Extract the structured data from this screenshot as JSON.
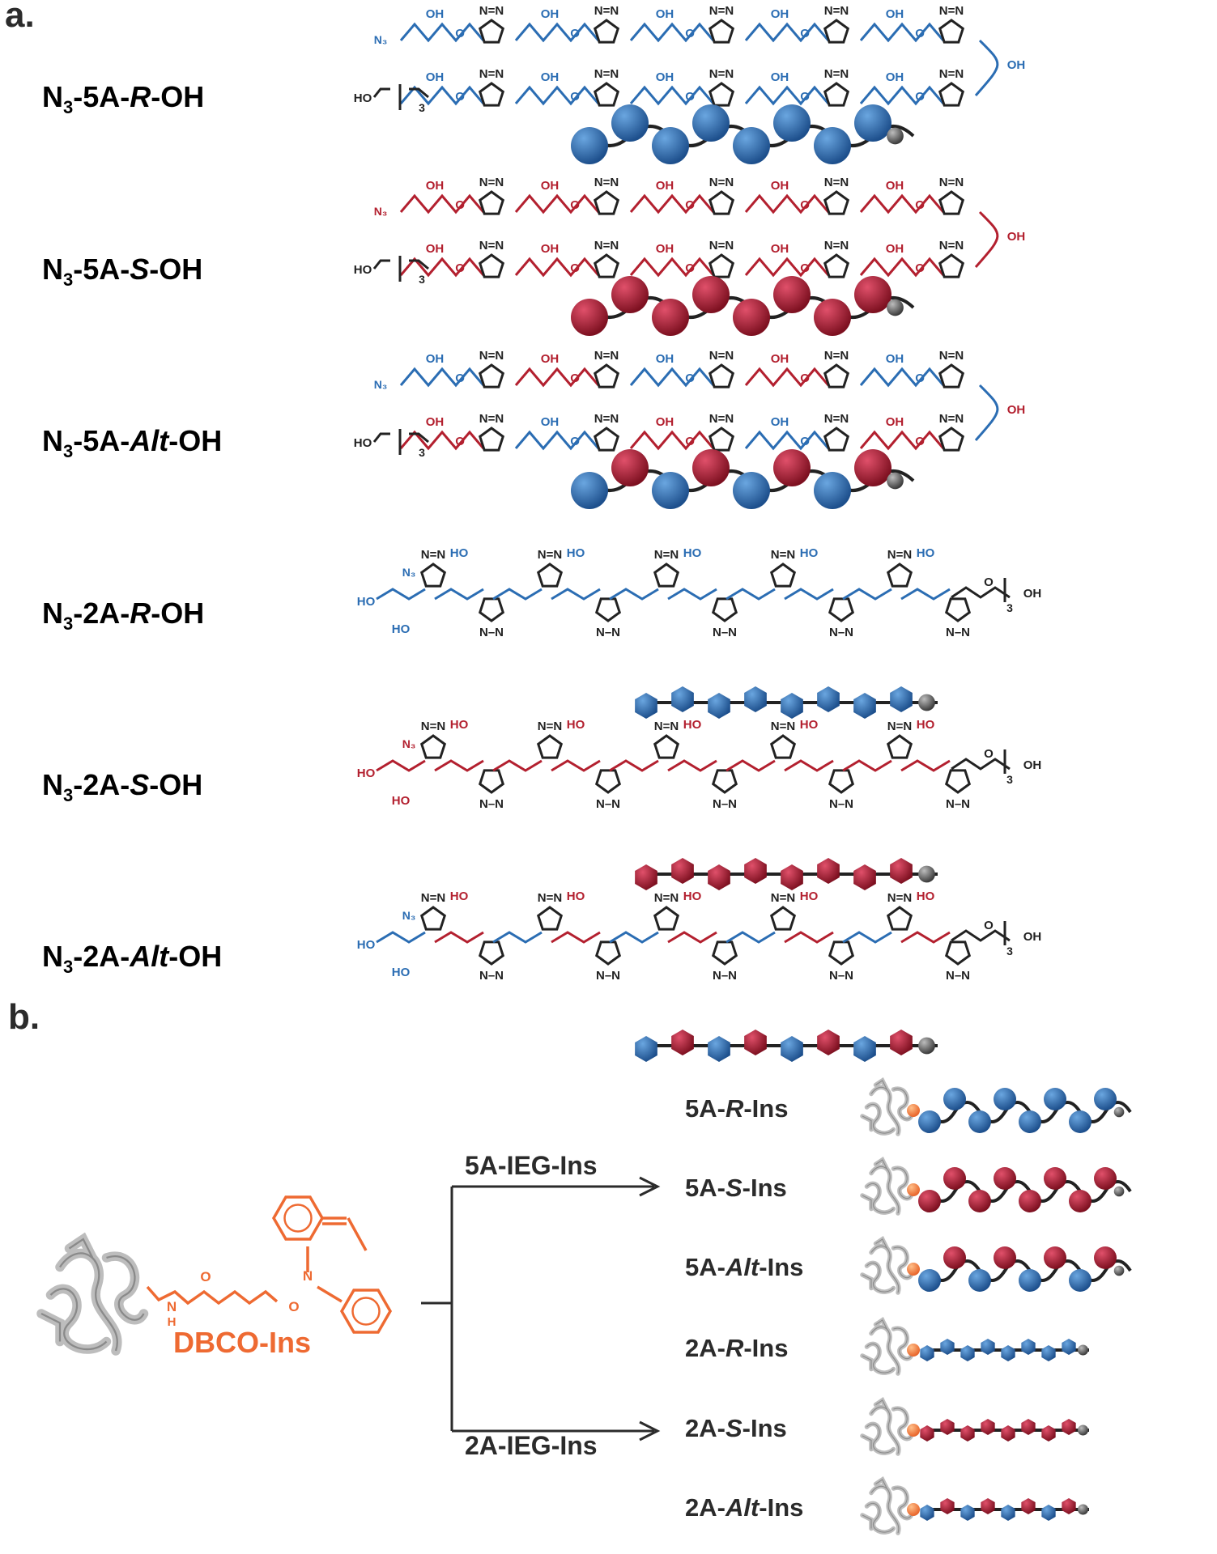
{
  "panels": {
    "a": "a.",
    "b": "b."
  },
  "rows": [
    {
      "pre": "N",
      "sub": "3",
      "mid": "-5A-",
      "it": "R",
      "post": "-OH",
      "color": "#2f7bc2",
      "motif": "ball",
      "pattern": "B",
      "start": "N₃",
      "end": "HO"
    },
    {
      "pre": "N",
      "sub": "3",
      "mid": "-5A-",
      "it": "S",
      "post": "-OH",
      "color": "#c0253a",
      "motif": "ball",
      "pattern": "R",
      "start": "N₃",
      "end": "HO"
    },
    {
      "pre": "N",
      "sub": "3",
      "mid": "-5A-",
      "it": "Alt",
      "post": "-OH",
      "color": "#1f7a45",
      "motif": "ball",
      "pattern": "A",
      "start": "N₃",
      "end": "HO"
    },
    {
      "pre": "N",
      "sub": "3",
      "mid": "-2A-",
      "it": "R",
      "post": "-OH",
      "color": "#2f7bc2",
      "motif": "hex",
      "pattern": "B",
      "start": "HO",
      "end": "OH"
    },
    {
      "pre": "N",
      "sub": "3",
      "mid": "-2A-",
      "it": "S",
      "post": "-OH",
      "color": "#c0253a",
      "motif": "hex",
      "pattern": "R",
      "start": "HO",
      "end": "OH"
    },
    {
      "pre": "N",
      "sub": "3",
      "mid": "-2A-",
      "it": "Alt",
      "post": "-OH",
      "color": "#1f7a45",
      "motif": "hex",
      "pattern": "A",
      "start": "HO",
      "end": "OH"
    }
  ],
  "chem_text": {
    "oh": "OH",
    "ho": "HO",
    "o": "O",
    "n": "N",
    "n3": "N₃",
    "nnn": "N=N",
    "nn": "N–N",
    "bracket_sub": "3",
    "nh": "N",
    "h": "H"
  },
  "reagent": {
    "label": "DBCO-Ins"
  },
  "arrows": {
    "upper": "5A-IEG-Ins",
    "lower": "2A-IEG-Ins"
  },
  "products": [
    {
      "pre": "5A-",
      "it": "R",
      "post": "-Ins",
      "motif": "ball",
      "pattern": "B"
    },
    {
      "pre": "5A-",
      "it": "S",
      "post": "-Ins",
      "motif": "ball",
      "pattern": "R"
    },
    {
      "pre": "5A-",
      "it": "Alt",
      "post": "-Ins",
      "motif": "ball",
      "pattern": "A"
    },
    {
      "pre": "2A-",
      "it": "R",
      "post": "-Ins",
      "motif": "hex",
      "pattern": "B"
    },
    {
      "pre": "2A-",
      "it": "S",
      "post": "-Ins",
      "motif": "hex",
      "pattern": "R"
    },
    {
      "pre": "2A-",
      "it": "Alt",
      "post": "-Ins",
      "motif": "hex",
      "pattern": "A"
    }
  ],
  "colors": {
    "blue": "#2b6db3",
    "red": "#b3202f",
    "orange": "#ee6a32",
    "protein": "#bdbdbd",
    "dark": "#2b2b2b",
    "end_cap": "#555555"
  }
}
